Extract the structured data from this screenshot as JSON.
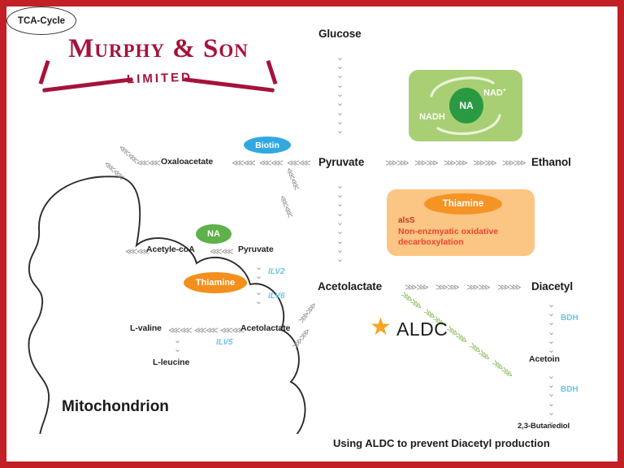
{
  "frame": {
    "border_color": "#c22026",
    "background": "#ffffff"
  },
  "logo": {
    "wordmark": "Murphy & Son",
    "subtitle": "LIMITED",
    "color": "#a5133a"
  },
  "metabolites": {
    "glucose": "Glucose",
    "pyruvate_cyto": "Pyruvate",
    "oxaloacetate": "Oxaloacetate",
    "ethanol": "Ethanol",
    "acetolactate_cyto": "Acetolactate",
    "diacetyl": "Diacetyl",
    "acetoin": "Acetoin",
    "butanediol": "2,3-Butanediol",
    "pyruvate_mito": "Pyruvate",
    "acetyl_coa": "Acetyle-coA",
    "tca_cycle": "TCA-Cycle",
    "acetolactate_mito": "Acetolactate",
    "l_valine": "L-valine",
    "l_leucine": "L-leucine"
  },
  "cofactors": {
    "biotin": "Biotin",
    "na_green": "NA",
    "nadh": "NADH",
    "nad_plus": "NAD",
    "nad_plus_sup": "+",
    "thiamine_box": "Thiamine",
    "thiamine_mito": "Thiamine",
    "na_mito": "NA"
  },
  "enzyme_box": {
    "gene": "alsS",
    "description": "Non-enzmyatic oxidative decarboxylation",
    "background": "#fbc583",
    "text_color": "#e8462f"
  },
  "genes": {
    "ilv2": "ILV2",
    "ilv6": "ILV6",
    "ilv5": "ILV5",
    "bdh_1": "BDH",
    "bdh_2": "BDH"
  },
  "highlight": {
    "star_glyph": "★",
    "aldc_label": "ALDC",
    "star_color": "#f5a623",
    "path_color": "#8fbf63"
  },
  "organelle": {
    "label": "Mitochondrion"
  },
  "caption": {
    "text": "Using ALDC to prevent Diacetyl production"
  },
  "arrows": {
    "down_glyph": "⌄⌄⌄",
    "right_glyph": "⋙⋙",
    "left_glyph": "⋘⋘"
  }
}
